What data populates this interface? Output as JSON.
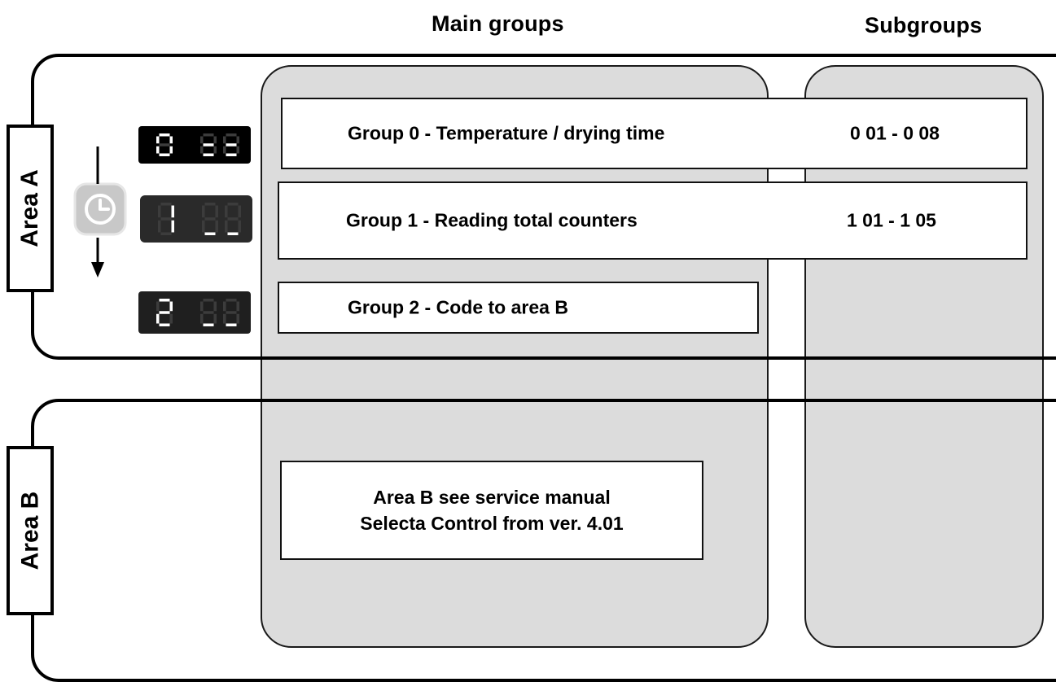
{
  "headers": {
    "main": "Main groups",
    "sub": "Subgroups"
  },
  "areas": {
    "a": "Area A",
    "b": "Area B"
  },
  "groups": [
    {
      "label": "Group 0 - Temperature / drying time",
      "range": "0 01 - 0 08",
      "display_digit": "0"
    },
    {
      "label": "Group 1 - Reading total counters",
      "range": "1 01 - 1 05",
      "display_digit": "1"
    },
    {
      "label": "Group 2 - Code to area B",
      "range": "",
      "display_digit": "2"
    }
  ],
  "area_b_note": {
    "line1": "Area B see service manual",
    "line2": "Selecta Control from ver. 4.01"
  },
  "icons": {
    "clock_button": "clock-icon",
    "arrow": "arrow-down-icon"
  },
  "colors": {
    "column_fill": "#dcdcdc",
    "display_bg": "#000000",
    "segment_on": "#ffffff",
    "segment_off": "#3c3c3c"
  }
}
